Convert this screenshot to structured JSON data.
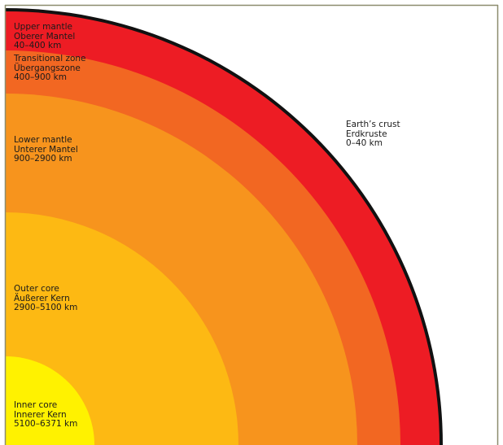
{
  "layers": [
    {
      "id": "crust",
      "lines": [
        "Earth’s crust",
        "Erdkruste",
        "0–40 km"
      ],
      "color": "#000000"
    },
    {
      "id": "upper_mantle",
      "lines": [
        "Upper mantle",
        "Oberer Mantel",
        "40–400 km"
      ],
      "color": "#ed1c24"
    },
    {
      "id": "transitional_zone",
      "lines": [
        "Transitional zone",
        "Übergangszone",
        "400–900 km"
      ],
      "color": "#f26722"
    },
    {
      "id": "lower_mantle",
      "lines": [
        "Lower mantle",
        "Unterer Mantel",
        "900–2900 km"
      ],
      "color": "#f7941d"
    },
    {
      "id": "outer_core",
      "lines": [
        "Outer core",
        "Äußerer Kern",
        "2900–5100 km"
      ],
      "color": "#fdb913"
    },
    {
      "id": "inner_core",
      "lines": [
        "Inner core",
        "Innerer Kern",
        "5100–6371 km"
      ],
      "color": "#fff200"
    }
  ],
  "frame_color": "#8c8c6e"
}
